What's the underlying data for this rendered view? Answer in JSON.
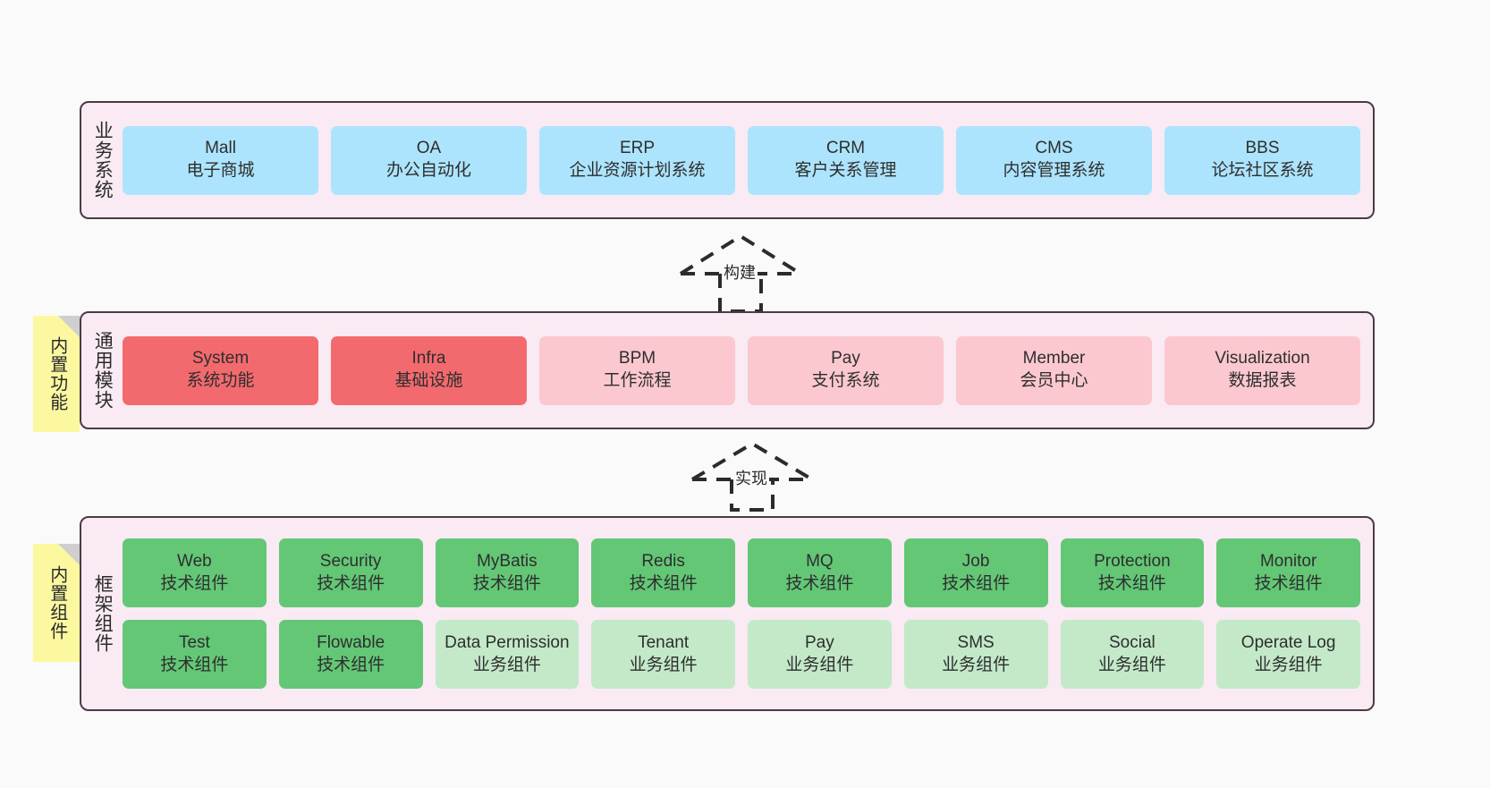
{
  "diagram": {
    "background": "#fafafa",
    "layer_fill": "#f9eaf4",
    "layer_border": "#4a3b42",
    "note_fill": "#fbf8a0",
    "colors": {
      "business": "#ace4fd",
      "module_core": "#f36a6e",
      "module_optional": "#fcc8d0",
      "component_tech": "#63c776",
      "component_business": "#c3e9c9"
    }
  },
  "layers": {
    "business": {
      "title": "业务系统",
      "cards": [
        {
          "name": "Mall",
          "desc": "电子商城",
          "color": "blue"
        },
        {
          "name": "OA",
          "desc": "办公自动化",
          "color": "blue"
        },
        {
          "name": "ERP",
          "desc": "企业资源计划系统",
          "color": "blue"
        },
        {
          "name": "CRM",
          "desc": "客户关系管理",
          "color": "blue"
        },
        {
          "name": "CMS",
          "desc": "内容管理系统",
          "color": "blue"
        },
        {
          "name": "BBS",
          "desc": "论坛社区系统",
          "color": "blue"
        }
      ]
    },
    "modules": {
      "title": "通用模块",
      "note": "内置功能",
      "cards": [
        {
          "name": "System",
          "desc": "系统功能",
          "color": "red"
        },
        {
          "name": "Infra",
          "desc": "基础设施",
          "color": "red"
        },
        {
          "name": "BPM",
          "desc": "工作流程",
          "color": "pink"
        },
        {
          "name": "Pay",
          "desc": "支付系统",
          "color": "pink"
        },
        {
          "name": "Member",
          "desc": "会员中心",
          "color": "pink"
        },
        {
          "name": "Visualization",
          "desc": "数据报表",
          "color": "pink"
        }
      ]
    },
    "framework": {
      "title": "框架组件",
      "note": "内置组件",
      "row1": [
        {
          "name": "Web",
          "desc": "技术组件",
          "color": "green"
        },
        {
          "name": "Security",
          "desc": "技术组件",
          "color": "green"
        },
        {
          "name": "MyBatis",
          "desc": "技术组件",
          "color": "green"
        },
        {
          "name": "Redis",
          "desc": "技术组件",
          "color": "green"
        },
        {
          "name": "MQ",
          "desc": "技术组件",
          "color": "green"
        },
        {
          "name": "Job",
          "desc": "技术组件",
          "color": "green"
        },
        {
          "name": "Protection",
          "desc": "技术组件",
          "color": "green"
        },
        {
          "name": "Monitor",
          "desc": "技术组件",
          "color": "green"
        }
      ],
      "row2": [
        {
          "name": "Test",
          "desc": "技术组件",
          "color": "green"
        },
        {
          "name": "Flowable",
          "desc": "技术组件",
          "color": "green"
        },
        {
          "name": "Data Permission",
          "desc": "业务组件",
          "color": "lightgreen"
        },
        {
          "name": "Tenant",
          "desc": "业务组件",
          "color": "lightgreen"
        },
        {
          "name": "Pay",
          "desc": "业务组件",
          "color": "lightgreen"
        },
        {
          "name": "SMS",
          "desc": "业务组件",
          "color": "lightgreen"
        },
        {
          "name": "Social",
          "desc": "业务组件",
          "color": "lightgreen"
        },
        {
          "name": "Operate Log",
          "desc": "业务组件",
          "color": "lightgreen"
        }
      ]
    }
  },
  "arrows": [
    {
      "label": "构建"
    },
    {
      "label": "实现"
    }
  ]
}
